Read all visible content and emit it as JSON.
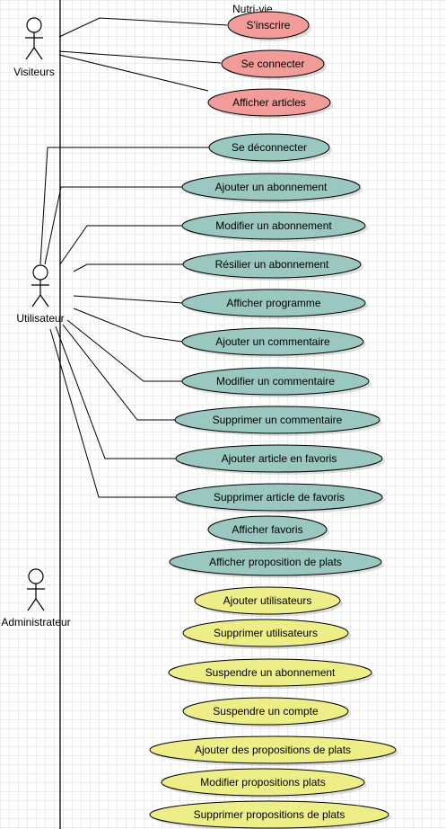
{
  "diagram": {
    "system_title": "Nutri-vie",
    "colors": {
      "red": "#f19c99",
      "teal": "#9ac7bf",
      "yellow": "#eeee88"
    },
    "actors": [
      {
        "id": "visiteur",
        "name": "Visiteurs"
      },
      {
        "id": "utilisateur",
        "name": "Utilisateur"
      },
      {
        "id": "admin",
        "name": "Administrateur"
      }
    ],
    "use_cases": [
      {
        "id": "inscrire",
        "label": "S'inscrire",
        "color": "red",
        "actor": "visiteur"
      },
      {
        "id": "connecter",
        "label": "Se connecter",
        "color": "red",
        "actor": "visiteur"
      },
      {
        "id": "afficher_articles",
        "label": "Afficher articles",
        "color": "red",
        "actor": "visiteur"
      },
      {
        "id": "deconnecter",
        "label": "Se déconnecter",
        "color": "teal",
        "actor": "utilisateur"
      },
      {
        "id": "ajouter_abonnement",
        "label": "Ajouter un abonnement",
        "color": "teal",
        "actor": "utilisateur"
      },
      {
        "id": "modifier_abonnement",
        "label": "Modifier un abonnement",
        "color": "teal",
        "actor": "utilisateur"
      },
      {
        "id": "resilier_abonnement",
        "label": "Résilier un abonnement",
        "color": "teal",
        "actor": "utilisateur"
      },
      {
        "id": "afficher_programme",
        "label": "Afficher  programme",
        "color": "teal",
        "actor": "utilisateur"
      },
      {
        "id": "ajouter_commentaire",
        "label": "Ajouter un commentaire",
        "color": "teal",
        "actor": "utilisateur"
      },
      {
        "id": "modifier_commentaire",
        "label": "Modifier un commentaire",
        "color": "teal",
        "actor": "utilisateur"
      },
      {
        "id": "supprimer_commentaire",
        "label": "Supprimer un commentaire",
        "color": "teal",
        "actor": "utilisateur"
      },
      {
        "id": "ajouter_favoris",
        "label": "Ajouter article en favoris",
        "color": "teal",
        "actor": "utilisateur"
      },
      {
        "id": "supprimer_favoris",
        "label": "Supprimer article de favoris",
        "color": "teal",
        "actor": "utilisateur"
      },
      {
        "id": "afficher_favoris",
        "label": "Afficher favoris",
        "color": "teal",
        "actor": null
      },
      {
        "id": "afficher_proposition",
        "label": "Afficher proposition de plats",
        "color": "teal",
        "actor": null
      },
      {
        "id": "ajouter_utilisateurs",
        "label": "Ajouter utilisateurs",
        "color": "yellow",
        "actor": null
      },
      {
        "id": "supprimer_utilisateurs",
        "label": "Supprimer utilisateurs",
        "color": "yellow",
        "actor": null
      },
      {
        "id": "suspendre_abonnement",
        "label": "Suspendre un abonnement",
        "color": "yellow",
        "actor": null
      },
      {
        "id": "suspendre_compte",
        "label": "Suspendre un compte",
        "color": "yellow",
        "actor": null
      },
      {
        "id": "ajouter_propositions",
        "label": "Ajouter des propositions de plats",
        "color": "yellow",
        "actor": null
      },
      {
        "id": "modifier_propositions",
        "label": "Modifier propositions plats",
        "color": "yellow",
        "actor": null
      },
      {
        "id": "supprimer_propositions",
        "label": "Supprimer propositions de plats",
        "color": "yellow",
        "actor": null
      }
    ]
  }
}
